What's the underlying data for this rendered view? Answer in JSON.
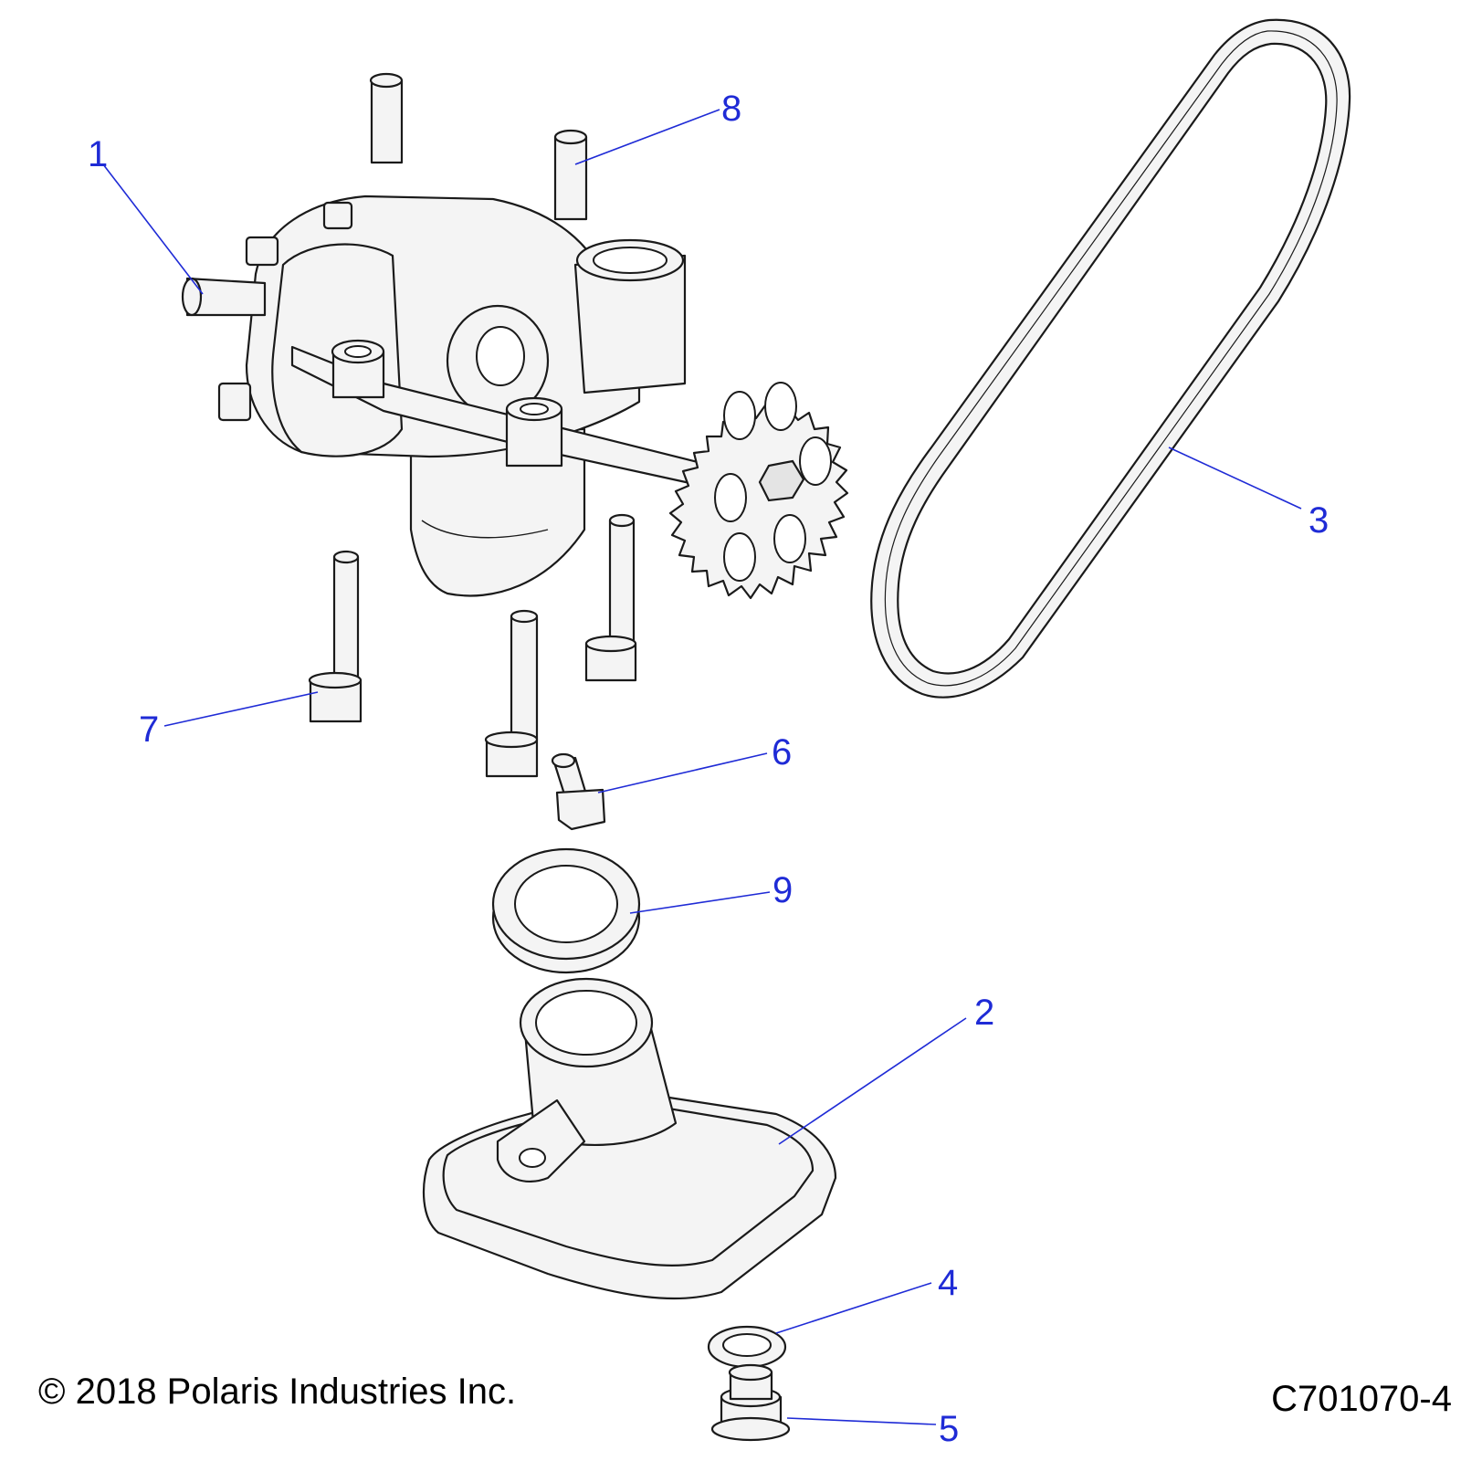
{
  "callouts": [
    {
      "id": "1",
      "label": "1"
    },
    {
      "id": "2",
      "label": "2"
    },
    {
      "id": "3",
      "label": "3"
    },
    {
      "id": "4",
      "label": "4"
    },
    {
      "id": "5",
      "label": "5"
    },
    {
      "id": "6",
      "label": "6"
    },
    {
      "id": "7",
      "label": "7"
    },
    {
      "id": "8",
      "label": "8"
    },
    {
      "id": "9",
      "label": "9"
    }
  ],
  "footer": {
    "copyright": "© 2018 Polaris Industries Inc.",
    "drawing_id": "C701070-4"
  },
  "colors": {
    "callout": "#1f2bd6",
    "line": "#1a1a1a",
    "part_fill": "#f4f4f4"
  }
}
